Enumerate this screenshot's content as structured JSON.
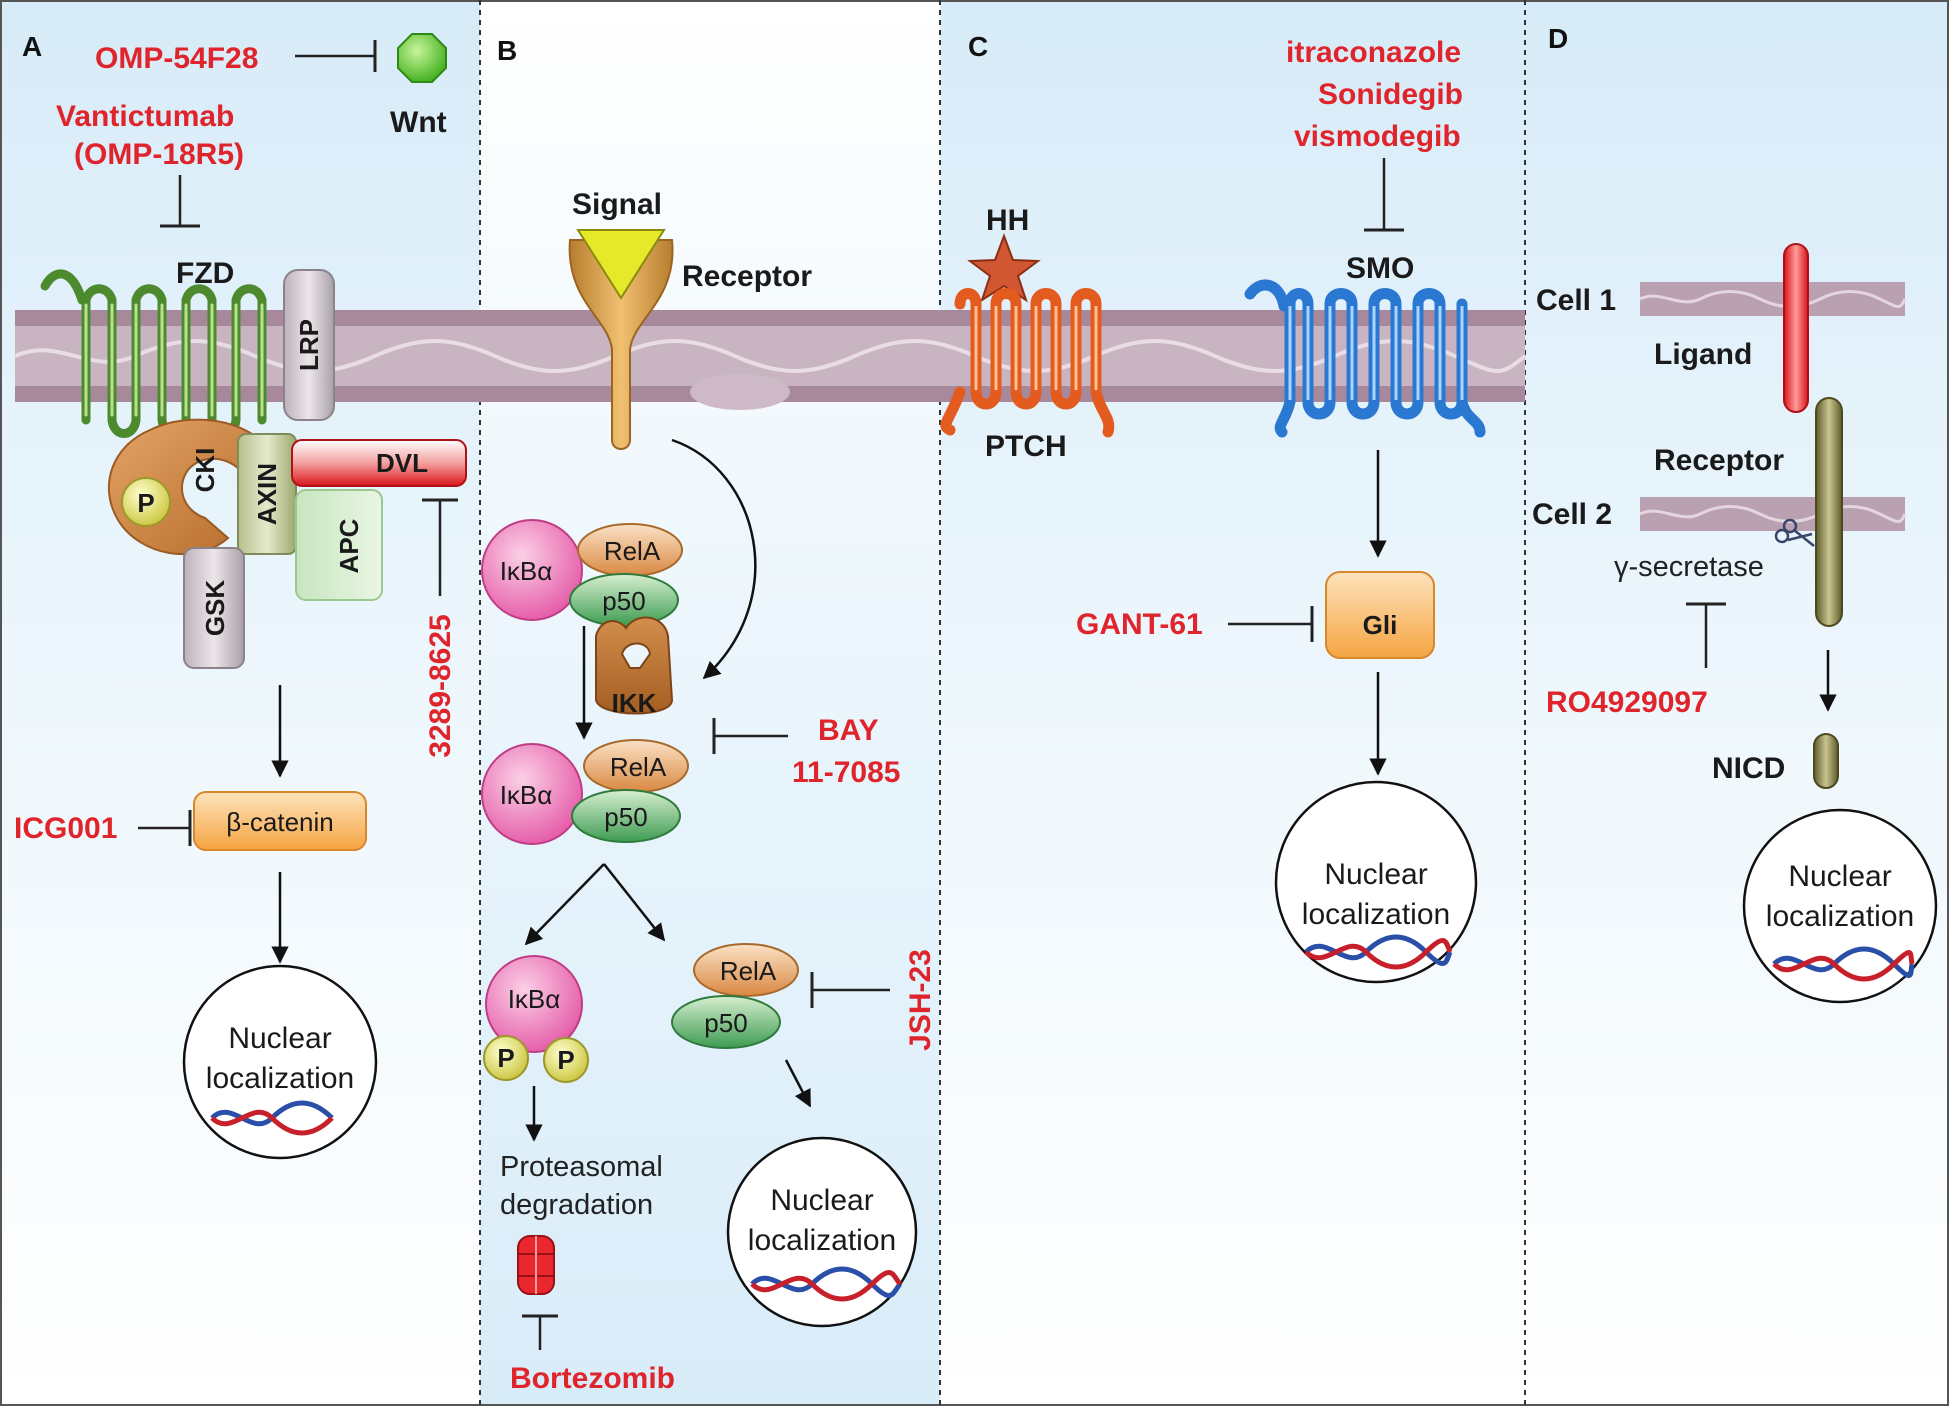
{
  "panels": {
    "A": {
      "letter": "A",
      "drug_wnt": "OMP-54F28",
      "ligand": "Wnt",
      "drug_fzd_line1": "Vantictumab",
      "drug_fzd_line2": "(OMP-18R5)",
      "receptor": "FZD",
      "coreceptor": "LRP",
      "kinase": "CKI",
      "phospho": "P",
      "scaffold": "AXIN",
      "dvl": "DVL",
      "apc": "APC",
      "gsk": "GSK",
      "drug_dvl": "3289-8625",
      "drug_catenin": "ICG001",
      "effector": "β-catenin",
      "nucleus_line1": "Nuclear",
      "nucleus_line2": "localization"
    },
    "B": {
      "letter": "B",
      "signal": "Signal",
      "receptor": "Receptor",
      "ikba": "IκBα",
      "rela": "RelA",
      "p50": "p50",
      "ikk": "IKK",
      "drug_ikk_line1": "BAY",
      "drug_ikk_line2": "11-7085",
      "phospho": "P",
      "degradation_line1": "Proteasomal",
      "degradation_line2": "degradation",
      "drug_proteasome": "Bortezomib",
      "drug_nfkb": "JSH-23",
      "nucleus_line1": "Nuclear",
      "nucleus_line2": "localization"
    },
    "C": {
      "letter": "C",
      "ligand": "HH",
      "receptor": "PTCH",
      "drug_smo_line1": "itraconazole",
      "drug_smo_line2": "Sonidegib",
      "drug_smo_line3": "vismodegib",
      "smo": "SMO",
      "drug_gli": "GANT-61",
      "effector": "Gli",
      "nucleus_line1": "Nuclear",
      "nucleus_line2": "localization"
    },
    "D": {
      "letter": "D",
      "cell1": "Cell 1",
      "ligand": "Ligand",
      "receptor": "Receptor",
      "cell2": "Cell 2",
      "secretase": "γ-secretase",
      "drug_secretase": "RO4929097",
      "nicd": "NICD",
      "nucleus_line1": "Nuclear",
      "nucleus_line2": "localization"
    }
  },
  "colors": {
    "drug_text": "#e0242b",
    "membrane": "#b59aa9",
    "panel_bg_a": "#e4f1fa",
    "panel_bg_b": "#ffffff"
  }
}
